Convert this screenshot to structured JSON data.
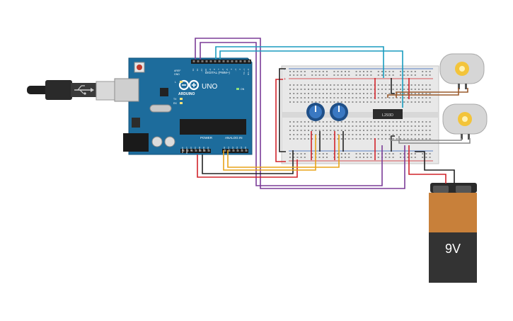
{
  "arduino": {
    "logo": "ARDUINO",
    "model": "UNO",
    "digital_label": "DIGITAL (PWM~)",
    "power_label": "POWER",
    "analog_label": "ANALOG IN",
    "aref": "AREF",
    "gnd_top": "GND",
    "led_l": "L",
    "led_tx": "TX",
    "led_rx": "RX",
    "led_on": "ON",
    "digital_pins": [
      "13",
      "12",
      "~11",
      "~10",
      "~9",
      "8",
      "7",
      "~6",
      "~5",
      "4",
      "~3",
      "2",
      "TX→1",
      "RX←0"
    ],
    "power_pins": [
      "IOREF",
      "RESET",
      "3.3V",
      "5V",
      "GND",
      "GND",
      "Vin"
    ],
    "analog_pins": [
      "A0",
      "A1",
      "A2",
      "A3",
      "A4",
      "A5"
    ]
  },
  "driver_chip": {
    "label": "L293D"
  },
  "battery": {
    "label": "9V"
  },
  "breadboard": {
    "rail_plus": "+",
    "rail_minus": "-"
  },
  "colors": {
    "board": "#1d6c9c",
    "wire_red": "#d1232a",
    "wire_black": "#222222",
    "wire_purple": "#7b3c97",
    "wire_cyan": "#1a9cbf",
    "wire_orange": "#e8a319",
    "wire_brown": "#9a5a2c",
    "wire_gray": "#8a8a8a",
    "battery_body": "#333333",
    "battery_top": "#c8803a"
  }
}
